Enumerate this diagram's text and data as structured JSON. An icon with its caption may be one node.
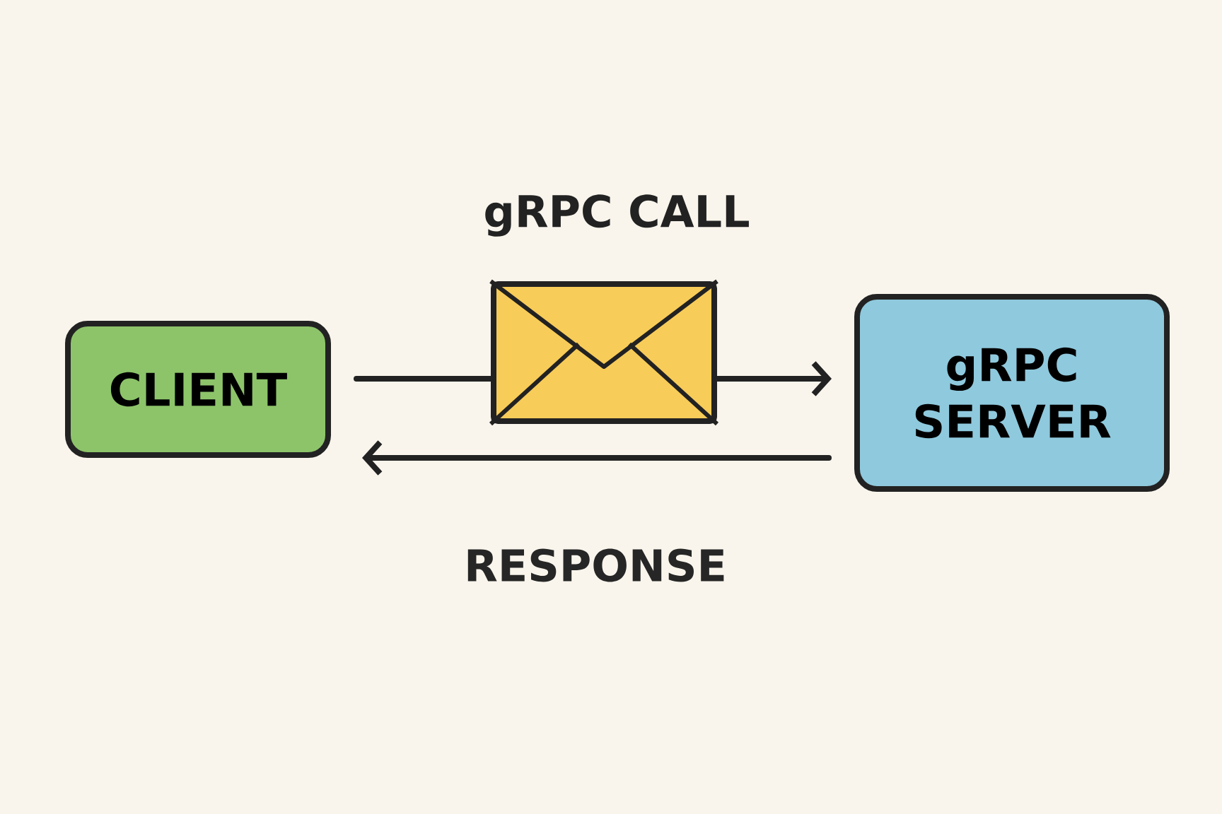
{
  "diagram": {
    "nodes": [
      {
        "text": [
          "CLIENT"
        ]
      },
      {
        "text": [
          "gRPC SERVER"
        ]
      },
      {
        "text": [],
        "shape": "envelope",
        "beside": [
          "gRPC CALL"
        ]
      }
    ],
    "edges": [
      {
        "from": 0,
        "to": 2,
        "arrow": "none"
      },
      {
        "from": 2,
        "to": 1,
        "arrow": "to"
      },
      {
        "from": 1,
        "to": 0,
        "arrow": "to",
        "label": "RESPONSE"
      }
    ]
  }
}
